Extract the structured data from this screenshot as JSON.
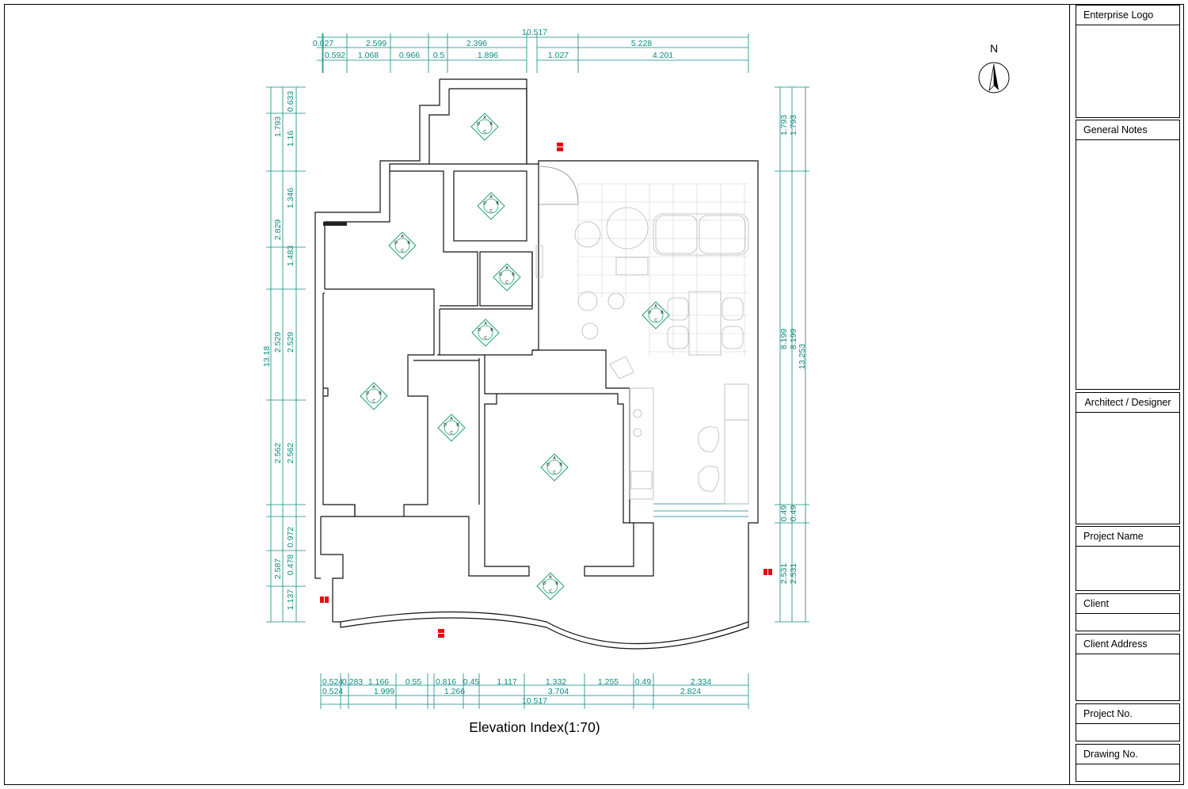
{
  "caption": "Elevation Index(1:70)",
  "north_label": "N",
  "title_block": [
    {
      "key": "logo",
      "label": "Enterprise Logo"
    },
    {
      "key": "notes",
      "label": "General Notes"
    },
    {
      "key": "architect",
      "label": "Architect / Designer"
    },
    {
      "key": "project_name",
      "label": "Project Name"
    },
    {
      "key": "client",
      "label": "Client"
    },
    {
      "key": "client_address",
      "label": "Client Address"
    },
    {
      "key": "project_no",
      "label": "Project No."
    },
    {
      "key": "drawing_no",
      "label": "Drawing No."
    }
  ],
  "dimensions": {
    "top_total": "10.517",
    "top_row1": [
      "0.027",
      "2.599",
      "2.396",
      "5.228"
    ],
    "top_row2": [
      "0.592",
      "1.068",
      "0.966",
      "0.5",
      "1.896",
      "1.027",
      "4.201"
    ],
    "left_total": "13.18",
    "left_outer": [
      "1.793",
      "2.829",
      "2.529",
      "2.562",
      "2.587"
    ],
    "left_inner": [
      "0.633",
      "1.16",
      "1.346",
      "1.483",
      "2.529",
      "2.562",
      "0.972",
      "0.478",
      "1.137"
    ],
    "right_total": "13.253",
    "right_outer": [
      "1.793",
      "8.199",
      "0.49",
      "2.531"
    ],
    "right_inner": [
      "1.793",
      "8.199",
      "0.49",
      "2.531"
    ],
    "bottom_row1": [
      "0.524",
      "0.283",
      "1.166",
      "0.55",
      "0.816",
      "0.45",
      "1.117",
      "1.332",
      "1.255",
      "0.49",
      "2.334"
    ],
    "bottom_row2": [
      "0.524",
      "1.999",
      "1.266",
      "3.704",
      "2.824"
    ],
    "bottom_total": "10.517"
  },
  "elevation_symbol": {
    "labels": [
      "A",
      "B",
      "C",
      "D"
    ]
  },
  "colors": {
    "dimension": "#0c8a80",
    "symbol": "#1a9e6a",
    "wall": "#111111",
    "marker": "#e01010"
  }
}
